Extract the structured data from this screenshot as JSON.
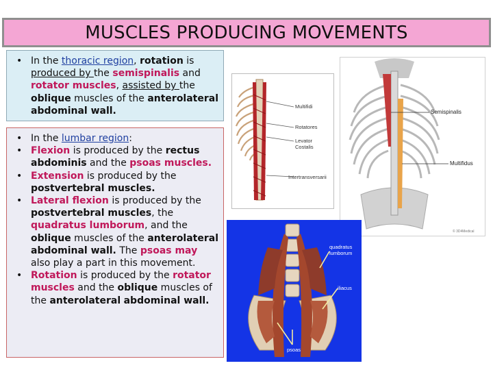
{
  "title": "MUSCLES PRODUCING MOVEMENTS",
  "thoracic": {
    "t1": "In the ",
    "region": "thoracic region",
    "t2": ", ",
    "rotation": "rotation",
    "t3": " is ",
    "producedby": "produced by ",
    "t4": "the ",
    "semispinalis": "semispinalis",
    "t5": " and ",
    "rotator": "rotator muscles",
    "t6": ", ",
    "assistedby": "assisted by ",
    "t7": "the ",
    "oblique": "oblique",
    "t8": " muscles of the ",
    "wall": "anterolateral abdominal wall."
  },
  "lumbar": {
    "intro1": "In the ",
    "intro_region": "lumbar region",
    "intro2": ":",
    "flexion": "Flexion",
    "flex1": " is produced by the ",
    "rectus": "rectus",
    "flex2": " abdominis",
    "flex3": " and the ",
    "psoas": "psoas muscles.",
    "extension": "Extension",
    "ext1": " is produced by the ",
    "ext2": "postvertebral muscles.",
    "lateral": "Lateral flexion",
    "lat1": " is produced by the ",
    "lat2": "postvertebral muscles",
    "lat3": ", the ",
    "quadratus": "quadratus lumborum",
    "lat4": ", and the ",
    "lat5": "oblique",
    "lat6": " muscles of the ",
    "lat7": "anterolateral abdominal wall.",
    "lat8": " The ",
    "psoasmay": "psoas may",
    "lat9": " also play a part in this movement.",
    "rot": "Rotation",
    "rot1": " is produced by the ",
    "rot2": "rotator muscles",
    "rot3": " and the ",
    "rot4": "oblique",
    "rot5": " muscles of the ",
    "rot6": "anterolateral",
    "rot7": " ",
    "rot8": "abdominal wall."
  },
  "figure1": {
    "labels": [
      "Multifidi",
      "Rotatores",
      "Levator",
      "Costalis",
      "Intertransversarii"
    ]
  },
  "figure2": {
    "labels": [
      "Semispinalis",
      "Multifidus"
    ],
    "credit": "© 3D4Medical"
  },
  "figure3": {
    "labels": [
      "quadratus",
      "lumborum",
      "iliacus",
      "psoas"
    ]
  },
  "colors": {
    "title_bg": "#f4a6d4",
    "keyword": "#c0185a",
    "link": "#1f3fa0",
    "box1_bg": "#dbeef5",
    "box2_bg": "#ececf4",
    "figure3_bg": "#1434e6"
  }
}
